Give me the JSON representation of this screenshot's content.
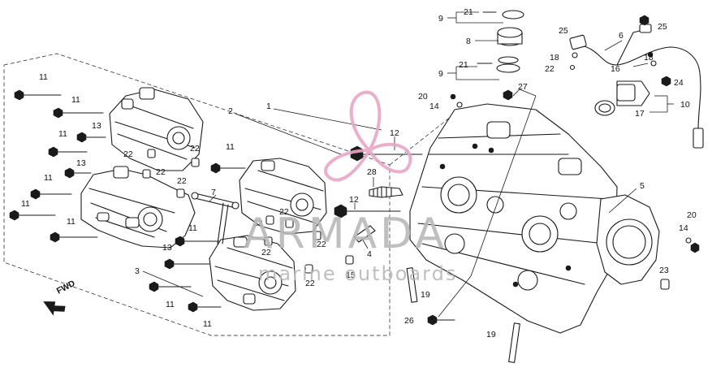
{
  "diagram": {
    "direction_label": "FWD",
    "callouts": [
      {
        "id": "c-1",
        "label": "1"
      },
      {
        "id": "c-2",
        "label": "2"
      },
      {
        "id": "c-3",
        "label": "3"
      },
      {
        "id": "c-4",
        "label": "4"
      },
      {
        "id": "c-5",
        "label": "5"
      },
      {
        "id": "c-6",
        "label": "6"
      },
      {
        "id": "c-7",
        "label": "7"
      },
      {
        "id": "c-8",
        "label": "8"
      },
      {
        "id": "c-9a",
        "label": "9"
      },
      {
        "id": "c-9b",
        "label": "9"
      },
      {
        "id": "c-10",
        "label": "10"
      },
      {
        "id": "c-11a",
        "label": "11"
      },
      {
        "id": "c-11b",
        "label": "11"
      },
      {
        "id": "c-11c",
        "label": "11"
      },
      {
        "id": "c-11d",
        "label": "11"
      },
      {
        "id": "c-11e",
        "label": "11"
      },
      {
        "id": "c-11f",
        "label": "11"
      },
      {
        "id": "c-11g",
        "label": "11"
      },
      {
        "id": "c-11h",
        "label": "11"
      },
      {
        "id": "c-11i",
        "label": "11"
      },
      {
        "id": "c-11j",
        "label": "11"
      },
      {
        "id": "c-12a",
        "label": "12"
      },
      {
        "id": "c-12b",
        "label": "12"
      },
      {
        "id": "c-13a",
        "label": "13"
      },
      {
        "id": "c-13b",
        "label": "13"
      },
      {
        "id": "c-13c",
        "label": "13"
      },
      {
        "id": "c-14a",
        "label": "14"
      },
      {
        "id": "c-14b",
        "label": "14"
      },
      {
        "id": "c-15",
        "label": "15"
      },
      {
        "id": "c-16",
        "label": "16"
      },
      {
        "id": "c-17",
        "label": "17"
      },
      {
        "id": "c-18a",
        "label": "18"
      },
      {
        "id": "c-18b",
        "label": "18"
      },
      {
        "id": "c-19a",
        "label": "19"
      },
      {
        "id": "c-19b",
        "label": "19"
      },
      {
        "id": "c-20a",
        "label": "20"
      },
      {
        "id": "c-20b",
        "label": "20"
      },
      {
        "id": "c-21a",
        "label": "21"
      },
      {
        "id": "c-21b",
        "label": "21"
      },
      {
        "id": "c-22a",
        "label": "22"
      },
      {
        "id": "c-22b",
        "label": "22"
      },
      {
        "id": "c-22c",
        "label": "22"
      },
      {
        "id": "c-22d",
        "label": "22"
      },
      {
        "id": "c-22e",
        "label": "22"
      },
      {
        "id": "c-22f",
        "label": "22"
      },
      {
        "id": "c-22g",
        "label": "22"
      },
      {
        "id": "c-22h",
        "label": "22"
      },
      {
        "id": "c-22i",
        "label": "22"
      },
      {
        "id": "c-22j",
        "label": "22"
      },
      {
        "id": "c-23",
        "label": "23"
      },
      {
        "id": "c-24",
        "label": "24"
      },
      {
        "id": "c-25a",
        "label": "25"
      },
      {
        "id": "c-25b",
        "label": "25"
      },
      {
        "id": "c-26",
        "label": "26"
      },
      {
        "id": "c-27",
        "label": "27"
      },
      {
        "id": "c-28",
        "label": "28"
      }
    ]
  },
  "watermark": {
    "brand": "ARMADA",
    "tagline": "marine outboards",
    "logo_color": "#e9a6c7",
    "text_color": "#b9b9b9"
  }
}
